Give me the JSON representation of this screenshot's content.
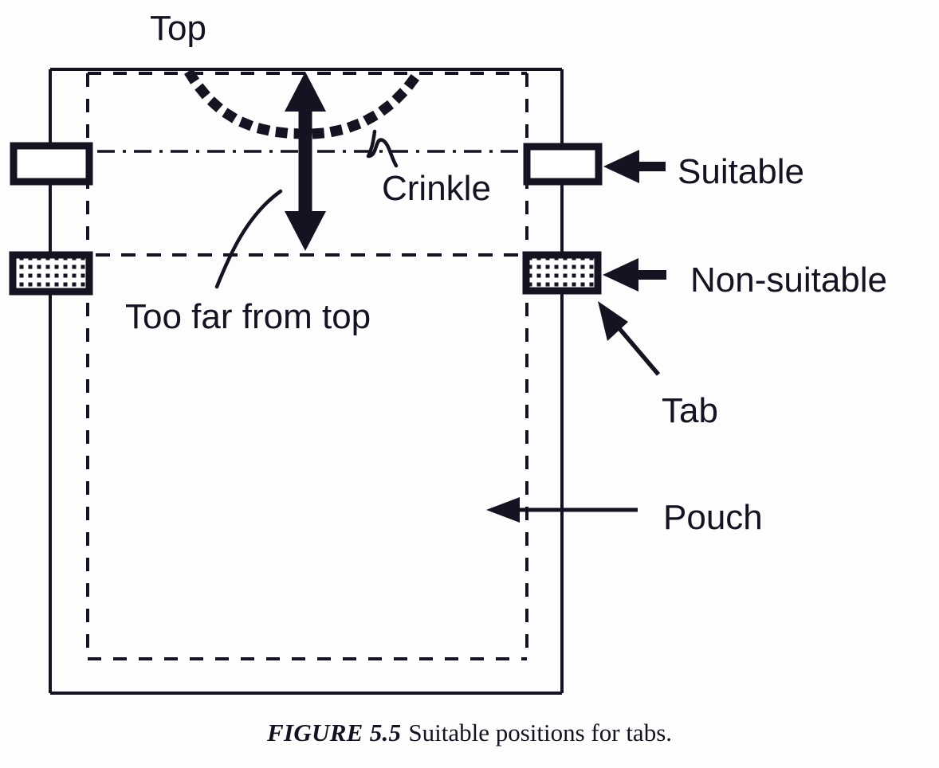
{
  "figure": {
    "caption_number": "FIGURE 5.5",
    "caption_text": "Suitable positions for tabs.",
    "labels": {
      "top": "Top",
      "crinkle": "Crinkle",
      "too_far": "Too far from top",
      "suitable": "Suitable",
      "non_suitable": "Non-suitable",
      "tab": "Tab",
      "pouch": "Pouch"
    },
    "colors": {
      "ink": "#141321",
      "background": "#fdfdfd",
      "tab_fill_suitable": "#ffffff",
      "tab_fill_non_suitable": "#ffffff"
    }
  }
}
